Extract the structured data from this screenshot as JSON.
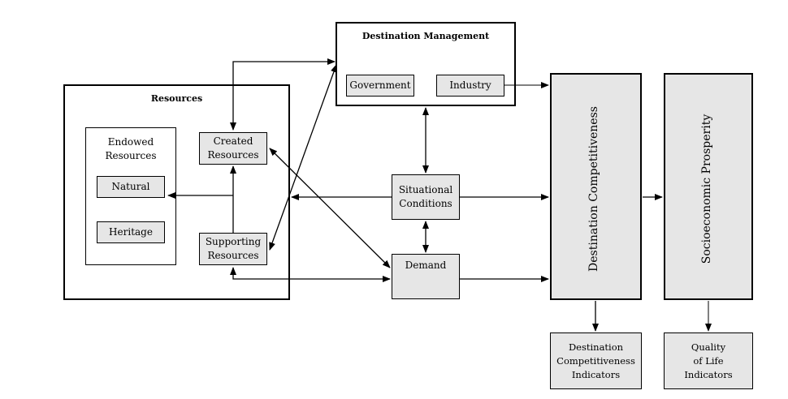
{
  "resources": {
    "title": "Resources",
    "endowed": {
      "title": "Endowed\nResources",
      "natural": "Natural",
      "heritage": "Heritage"
    },
    "created": "Created\nResources",
    "supporting": "Supporting\nResources"
  },
  "management": {
    "title": "Destination Management",
    "government": "Government",
    "industry": "Industry"
  },
  "situational": "Situational\nConditions",
  "demand": "Demand",
  "competitiveness": "Destination Competitiveness",
  "prosperity": "Socioeconomic Prosperity",
  "competitiveness_indicators": "Destination\nCompetitiveness\nIndicators",
  "quality_indicators": "Quality\nof Life\nIndicators"
}
